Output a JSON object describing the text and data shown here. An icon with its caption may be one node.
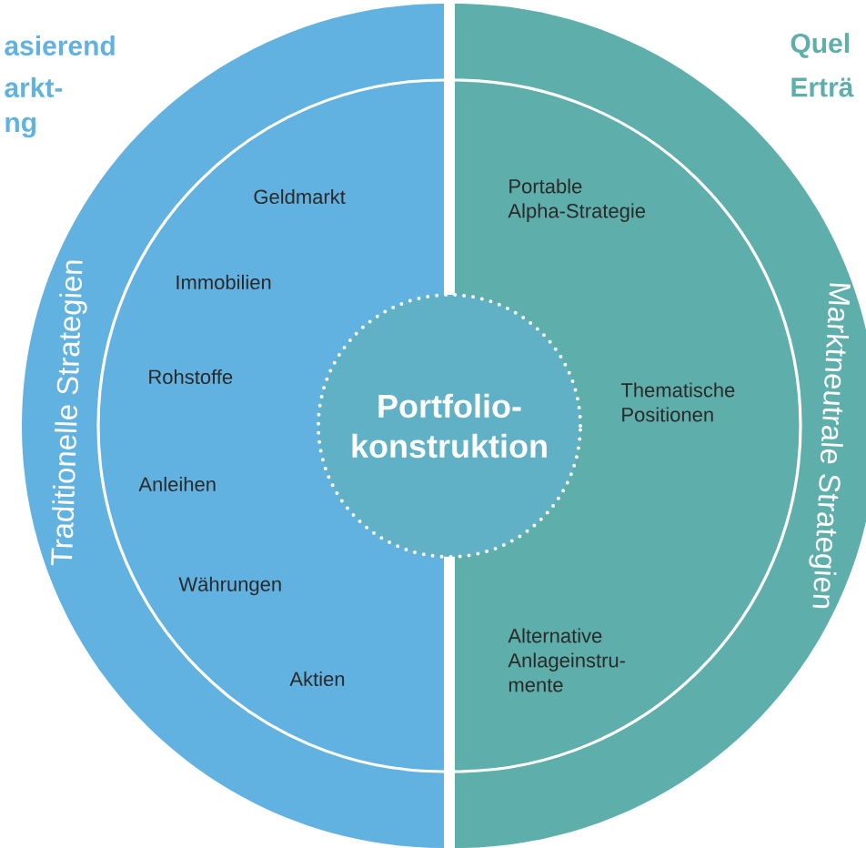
{
  "diagram": {
    "nodes": [
      {
        "text": [
          "Traditionelle Strategien"
        ]
      },
      {
        "text": [
          "Marktneutrale Strategien"
        ]
      },
      {
        "text": [
          "Portfolio- konstruktion"
        ]
      }
    ],
    "labels": [
      "asierend",
      "arkt-",
      "ng",
      "Quel",
      "Erträ",
      "Geldmarkt",
      "Immobilien",
      "Rohstoffe",
      "Anleihen",
      "Währungen",
      "Aktien",
      "Portable Alpha-Strategie",
      "Thematische Positionen",
      "Alternative Anlageinstru- mente"
    ]
  }
}
